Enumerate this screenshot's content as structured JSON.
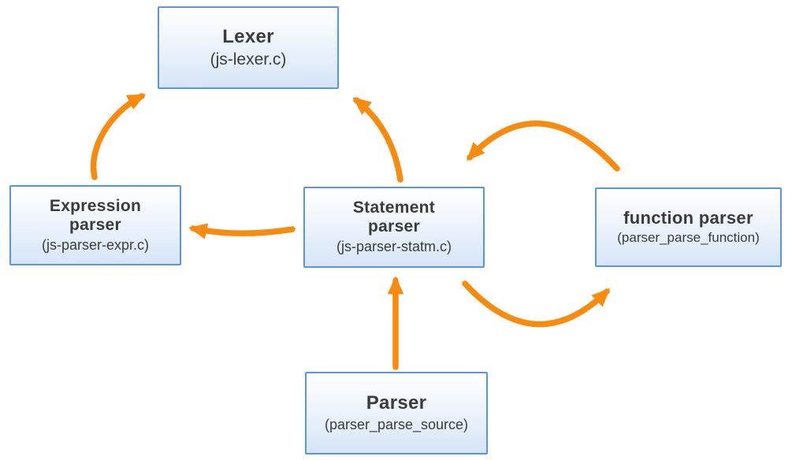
{
  "diagram": {
    "type": "flow-diagram",
    "nodes": [
      {
        "id": "lexer",
        "title": "Lexer",
        "subtitle": "(js-lexer.c)"
      },
      {
        "id": "expression-parser",
        "title": "Expression\nparser",
        "subtitle": "(js-parser-expr.c)"
      },
      {
        "id": "statement-parser",
        "title": "Statement\nparser",
        "subtitle": "(js-parser-statm.c)"
      },
      {
        "id": "function-parser",
        "title": "function parser",
        "subtitle": "(parser_parse_function)"
      },
      {
        "id": "parser",
        "title": "Parser",
        "subtitle": "(parser_parse_source)"
      }
    ],
    "edges": [
      {
        "from": "expression-parser",
        "to": "lexer"
      },
      {
        "from": "statement-parser",
        "to": "lexer"
      },
      {
        "from": "statement-parser",
        "to": "expression-parser"
      },
      {
        "from": "function-parser",
        "to": "statement-parser"
      },
      {
        "from": "statement-parser",
        "to": "function-parser"
      },
      {
        "from": "parser",
        "to": "statement-parser"
      }
    ],
    "colors": {
      "arrow": "#f88a0d",
      "node_border": "#5596e8",
      "node_fill": "#d6e5f7",
      "text": "#3b3b3b",
      "background": "#ffffff"
    }
  }
}
